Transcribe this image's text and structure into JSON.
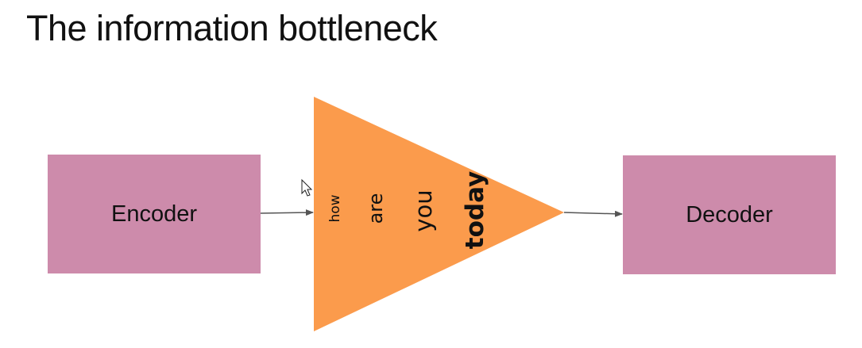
{
  "slide": {
    "title": "The information bottleneck"
  },
  "diagram": {
    "encoder_label": "Encoder",
    "decoder_label": "Decoder",
    "bottleneck_words": [
      "how",
      "are",
      "you",
      "today"
    ]
  },
  "colors": {
    "box_fill": "#cd8bab",
    "bottleneck_fill": "#fb9b4c",
    "arrow": "#555555",
    "text": "#111111"
  },
  "icons": {
    "cursor": "mouse-pointer-icon"
  }
}
